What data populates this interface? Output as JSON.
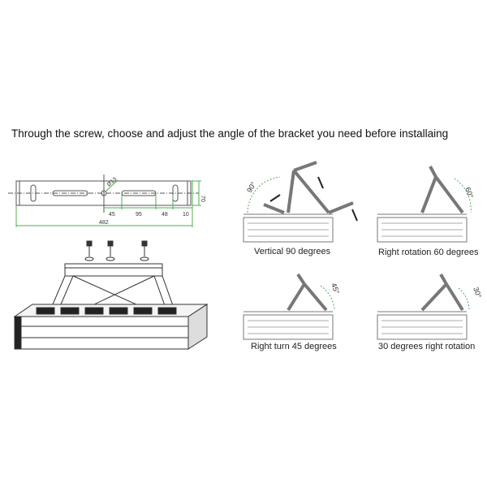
{
  "title": "Through the screw, choose and adjust the angle of the bracket you need before installaing",
  "drawing": {
    "dimensions": {
      "diameter": "Ø13",
      "height": "70",
      "seg1": "45",
      "seg2": "95",
      "seg3": "48",
      "seg4": "10",
      "total": "482"
    }
  },
  "positions": [
    {
      "caption": "Vertical 90 degrees",
      "angle": "90°"
    },
    {
      "caption": "Right rotation 60 degrees",
      "angle": "60°"
    },
    {
      "caption": "Right turn 45 degrees",
      "angle": "45°"
    },
    {
      "caption": "30 degrees right rotation",
      "angle": "30°"
    }
  ],
  "colors": {
    "line": "#555555",
    "dimension": "#4caf50"
  }
}
